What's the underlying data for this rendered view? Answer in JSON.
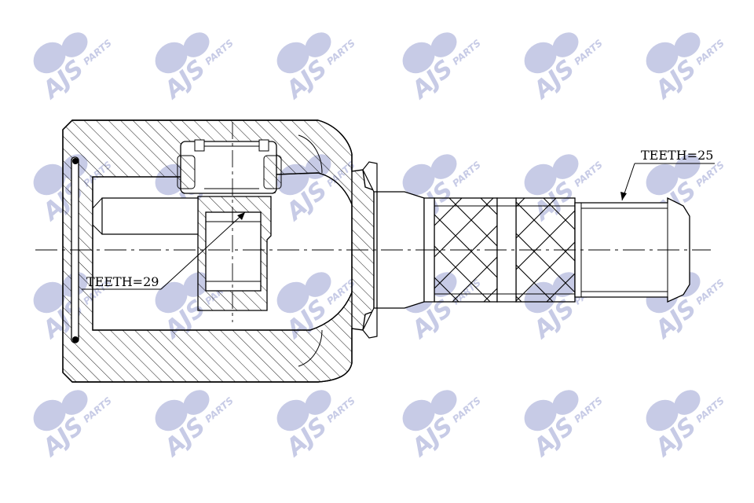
{
  "labels": {
    "left_teeth": "TEETH=29",
    "right_teeth": "TEETH=25"
  },
  "watermark": {
    "brand": "AJS",
    "sub": "PARTS",
    "color": "#c7cbe6"
  },
  "colors": {
    "line": "#000000",
    "hatch": "#000000",
    "background": "#ffffff"
  }
}
